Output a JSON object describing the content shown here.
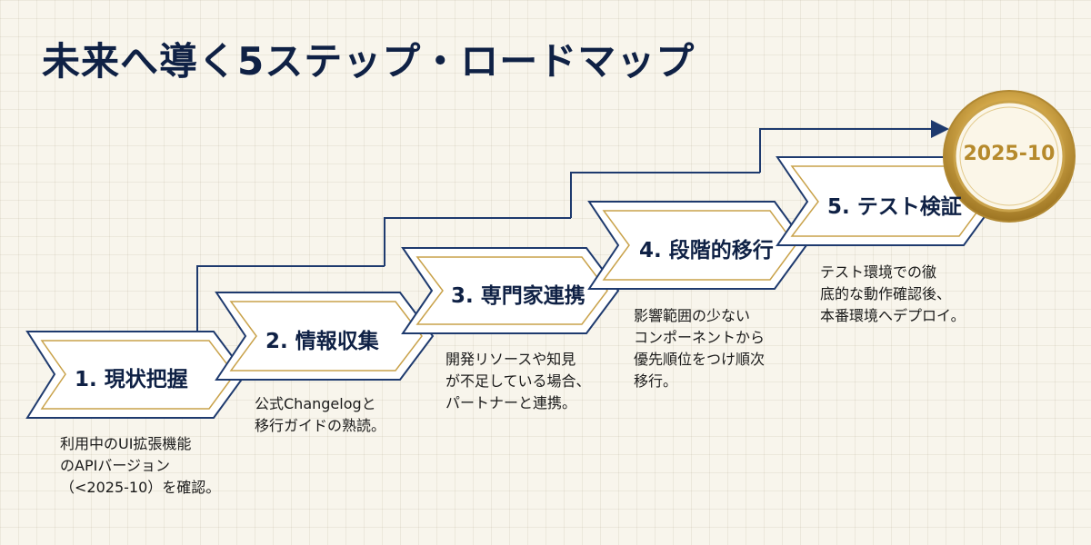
{
  "title": "未来へ導く5ステップ・ロードマップ",
  "badge": "2025-10",
  "steps": [
    {
      "label": "1. 現状把握",
      "desc": [
        "利用中のUI拡張機能",
        "のAPIバージョン",
        "（<2025-10）を確認。"
      ]
    },
    {
      "label": "2. 情報収集",
      "desc": [
        "公式Changelogと",
        "移行ガイドの熟読。"
      ]
    },
    {
      "label": "3. 専門家連携",
      "desc": [
        "開発リソースや知見",
        "が不足している場合、",
        "パートナーと連携。"
      ]
    },
    {
      "label": "4. 段階的移行",
      "desc": [
        "影響範囲の少ない",
        "コンポーネントから",
        "優先順位をつけ順次",
        "移行。"
      ]
    },
    {
      "label": "5. テスト検証",
      "desc": [
        "テスト環境での徹",
        "底的な動作確認後、",
        "本番環境へデプロイ。"
      ]
    }
  ],
  "colors": {
    "navy": "#1e3a6e",
    "gold": "#c9a24a",
    "title": "#0f2145"
  }
}
